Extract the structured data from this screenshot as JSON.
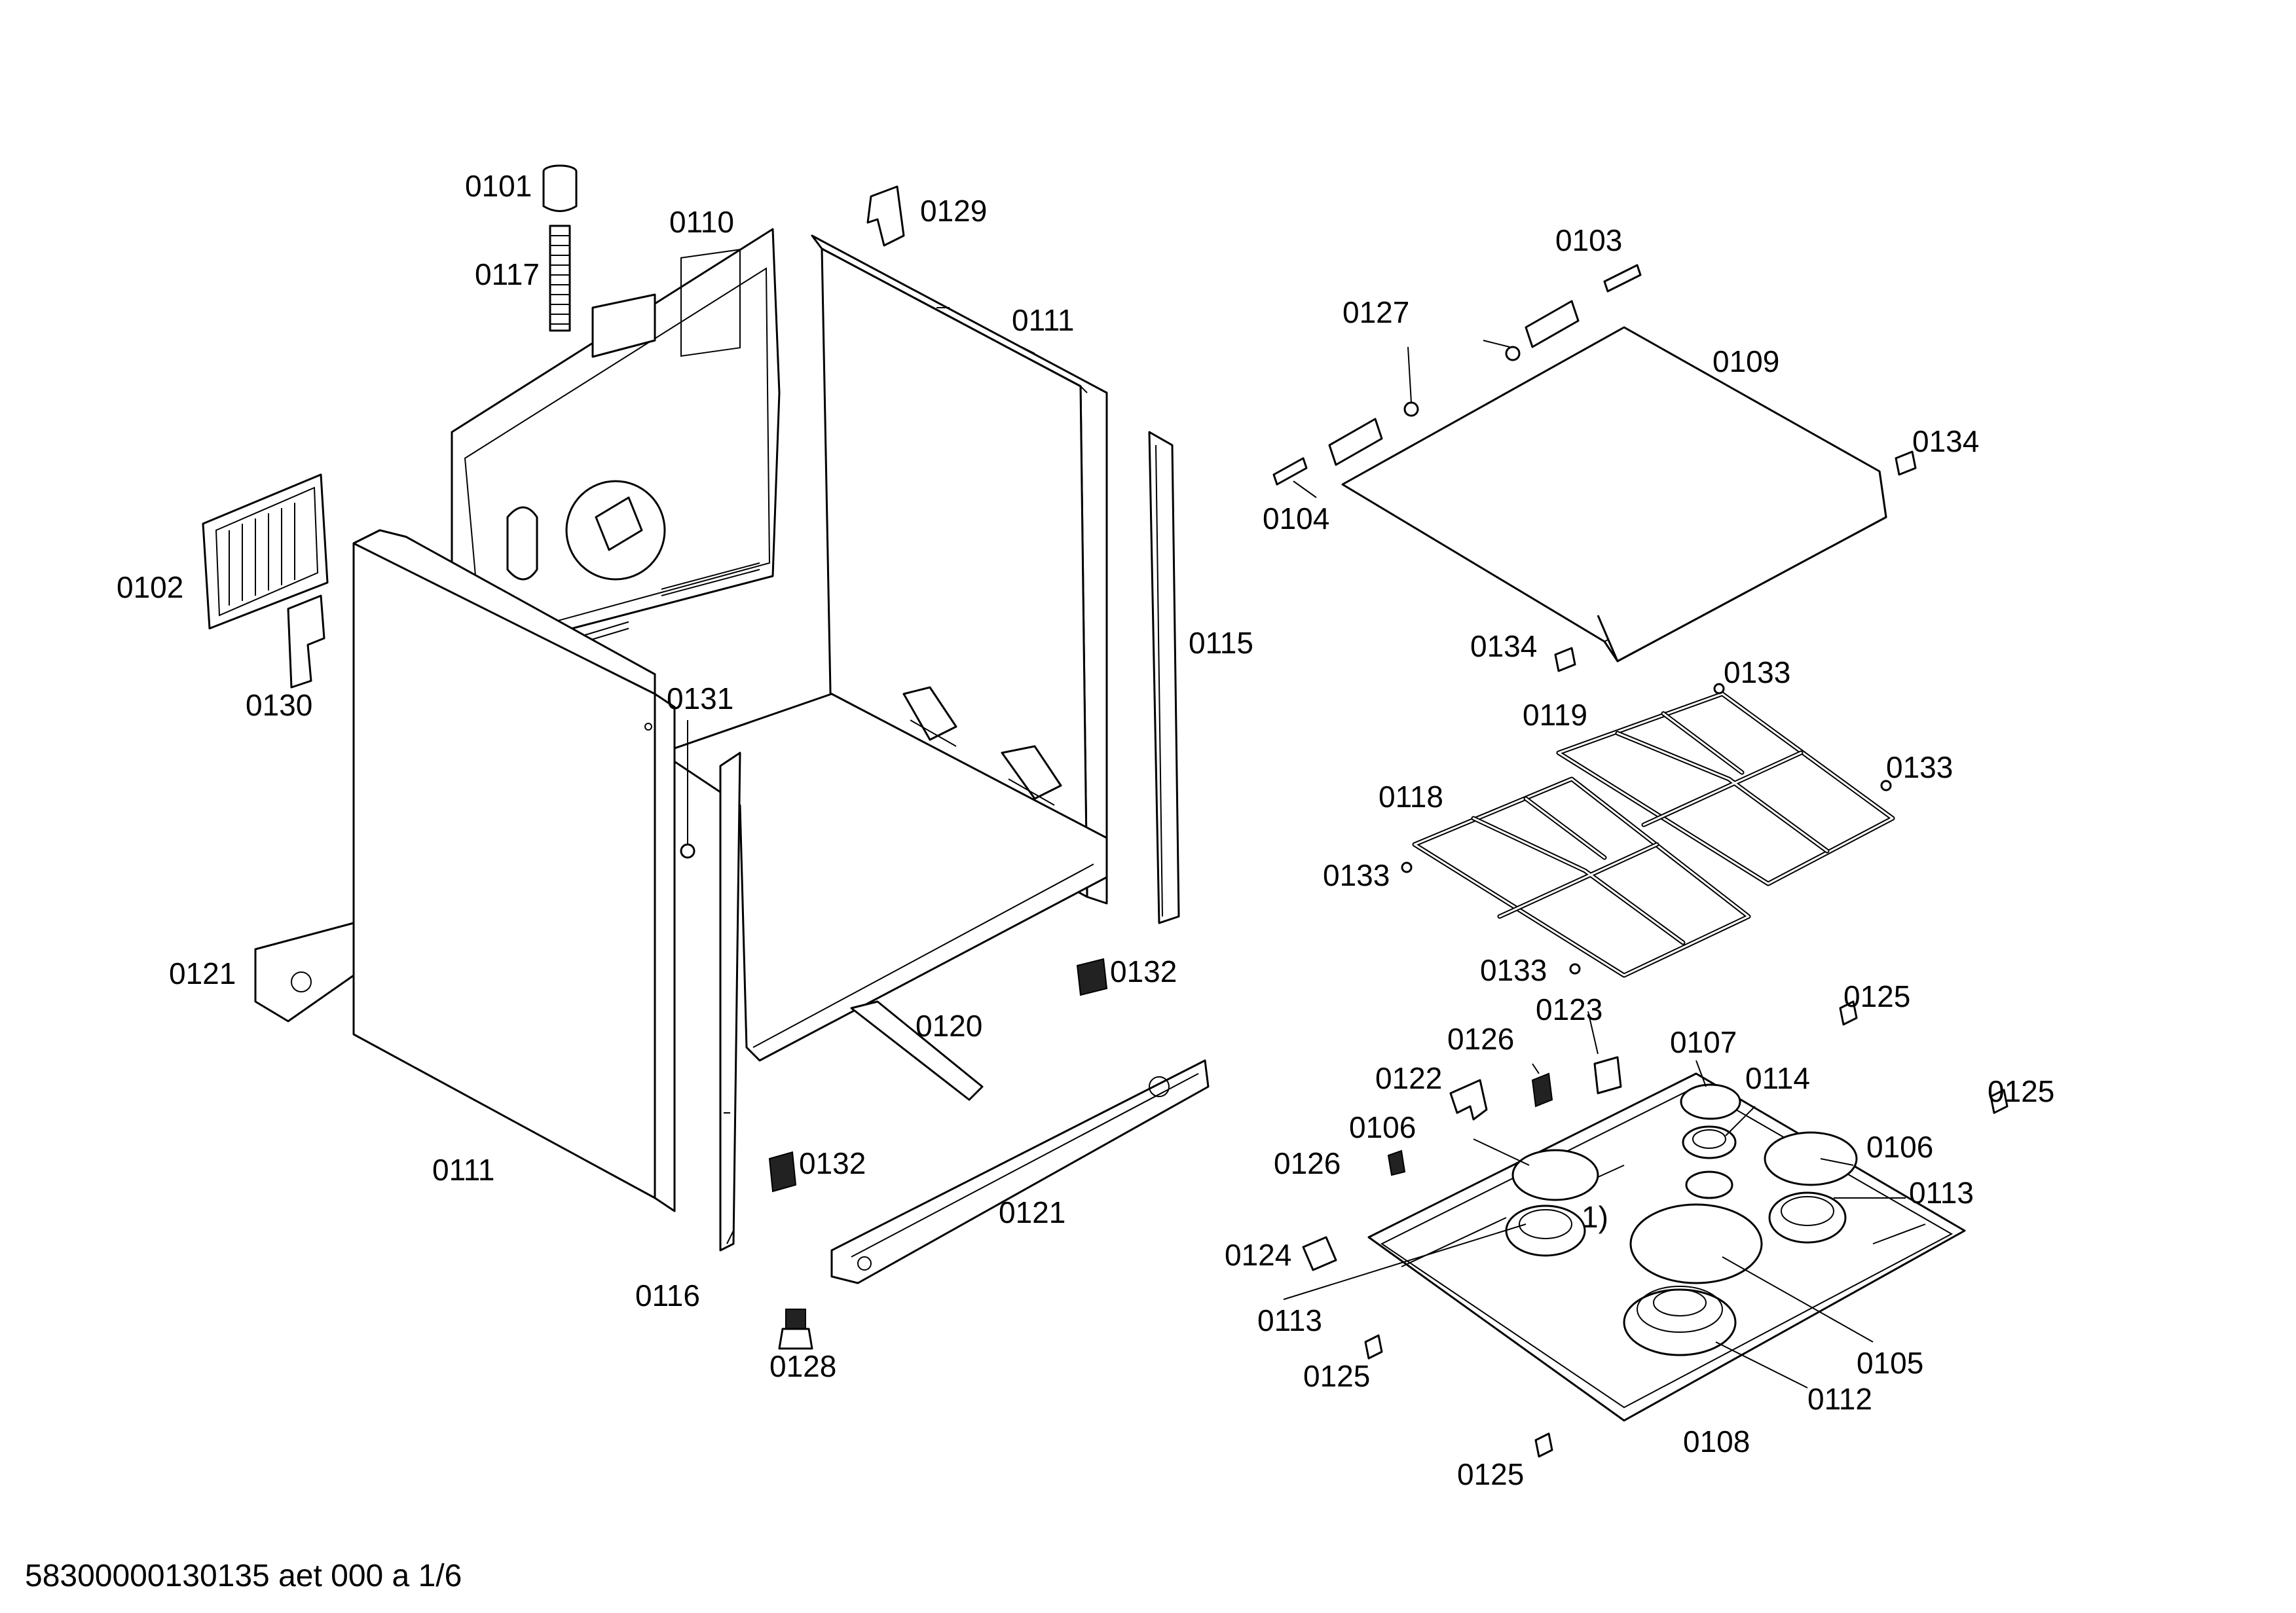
{
  "diagram": {
    "footer": "58300000130135 aet 000 a 1/6",
    "labels": [
      "0101",
      "0117",
      "0110",
      "0129",
      "0111",
      "0102",
      "0130",
      "0131",
      "0115",
      "0121",
      "0120",
      "0132",
      "0111",
      "0132",
      "0116",
      "0128",
      "0121",
      "0103",
      "0127",
      "0109",
      "0134",
      "0104",
      "0134",
      "0133",
      "0119",
      "0133",
      "0118",
      "0133",
      "0133",
      "0125",
      "0123",
      "0126",
      "0107",
      "0114",
      "0122",
      "0125",
      "0106",
      "0106",
      "0126",
      "0113",
      "1)",
      "0124",
      "0113",
      "0105",
      "0125",
      "0112",
      "0108",
      "0125"
    ]
  }
}
